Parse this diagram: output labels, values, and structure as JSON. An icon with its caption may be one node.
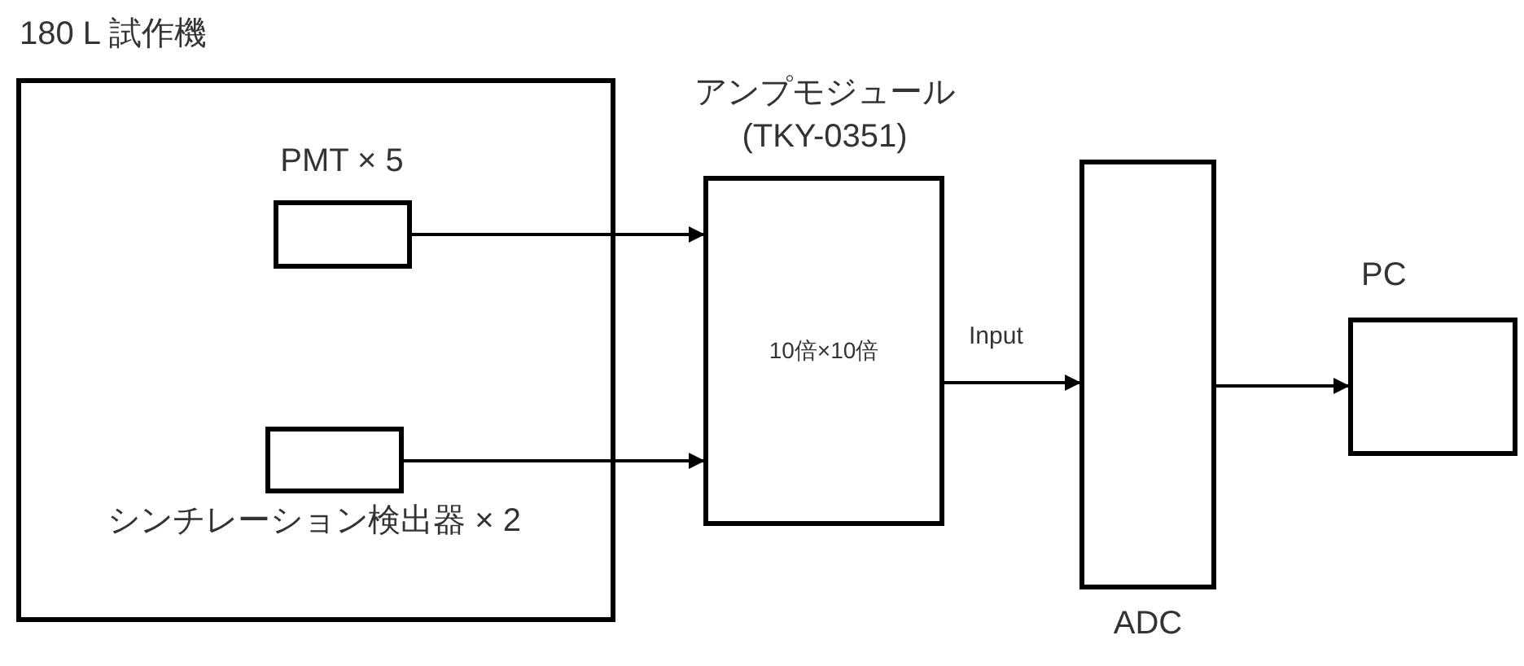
{
  "diagram": {
    "nodes": [
      {
        "text": [
          "180 L 試作機"
        ]
      },
      {
        "text": [
          "PMT × 5"
        ],
        "in": 0
      },
      {
        "text": [
          "シンチレーション検出器 × 2"
        ],
        "in": 0
      },
      {
        "text": [
          "アンプモジュール (TKY-0351)",
          "10倍×10倍"
        ]
      },
      {
        "text": [
          "ADC"
        ]
      },
      {
        "text": [
          "PC"
        ]
      }
    ],
    "edges": [
      {
        "from": 1,
        "to": 3,
        "arrow": "to"
      },
      {
        "from": 2,
        "to": 3,
        "arrow": "to"
      },
      {
        "from": 3,
        "to": 4,
        "arrow": "to",
        "label": "Input"
      },
      {
        "from": 4,
        "to": 5,
        "arrow": "to"
      }
    ]
  }
}
